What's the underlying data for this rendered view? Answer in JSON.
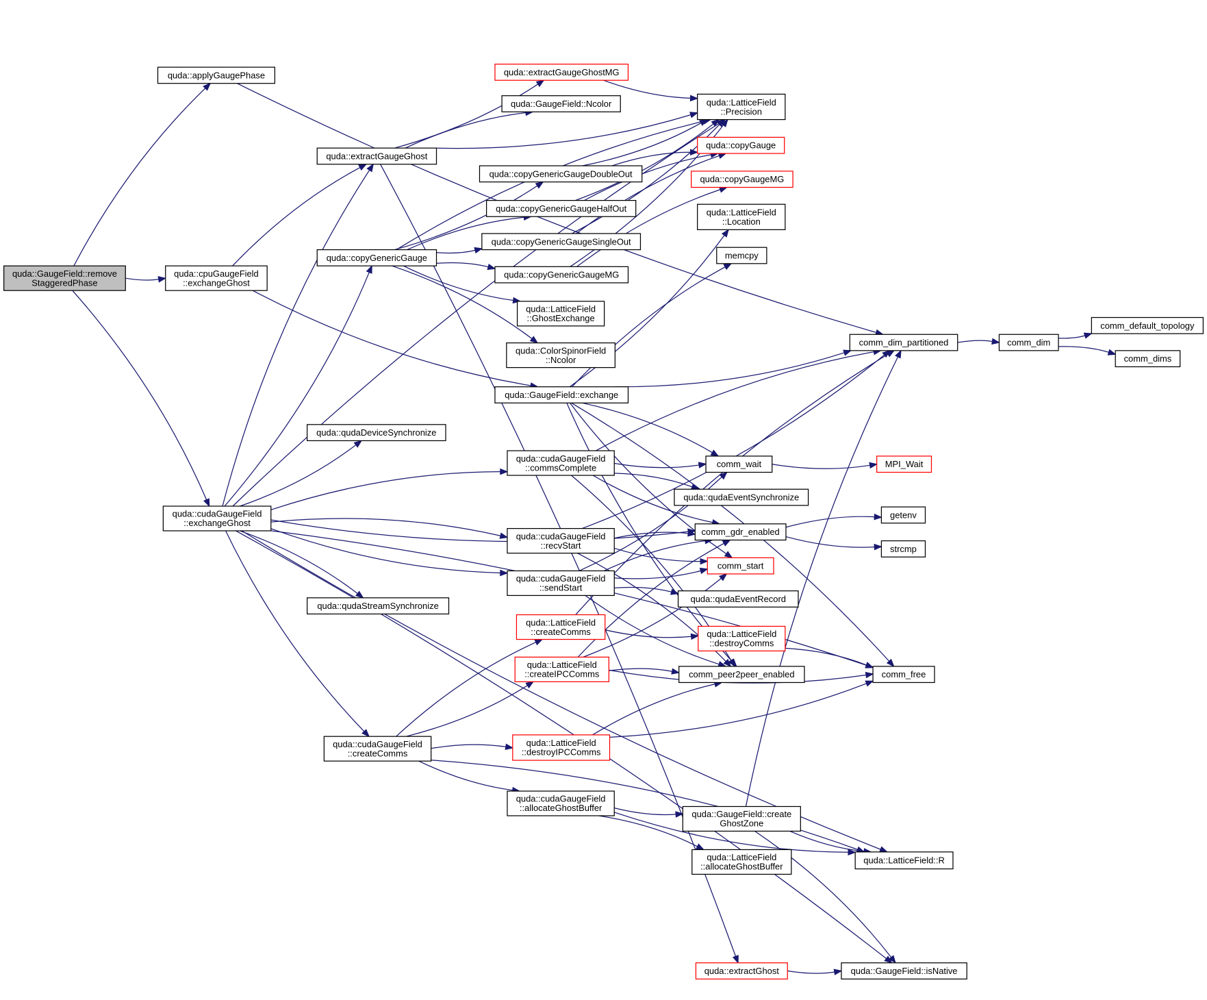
{
  "title": "Call graph of quda::GaugeField::removeStaggeredPhase",
  "colors": {
    "edge": "#191970",
    "root_fill": "#bfbfbf",
    "node_border": "#000000",
    "truncated_node_border": "#ff0000",
    "background": "#ffffff"
  },
  "nodes": [
    {
      "id": "root",
      "lines": [
        "quda::GaugeField::remove",
        "StaggeredPhase"
      ],
      "style": "root"
    },
    {
      "id": "applyGaugePhase",
      "lines": [
        "quda::applyGaugePhase"
      ],
      "style": "normal"
    },
    {
      "id": "cpuExchangeGhost",
      "lines": [
        "quda::cpuGaugeField",
        "::exchangeGhost"
      ],
      "style": "normal"
    },
    {
      "id": "cudaExchangeGhost",
      "lines": [
        "quda::cudaGaugeField",
        "::exchangeGhost"
      ],
      "style": "normal"
    },
    {
      "id": "extractGaugeGhost",
      "lines": [
        "quda::extractGaugeGhost"
      ],
      "style": "normal"
    },
    {
      "id": "copyGenericGauge",
      "lines": [
        "quda::copyGenericGauge"
      ],
      "style": "normal"
    },
    {
      "id": "qudaDeviceSynchronize",
      "lines": [
        "quda::qudaDeviceSynchronize"
      ],
      "style": "normal"
    },
    {
      "id": "qudaStreamSynchronize",
      "lines": [
        "quda::qudaStreamSynchronize"
      ],
      "style": "normal"
    },
    {
      "id": "cudaCreateComms",
      "lines": [
        "quda::cudaGaugeField",
        "::createComms"
      ],
      "style": "normal"
    },
    {
      "id": "extractGaugeGhostMG",
      "lines": [
        "quda::extractGaugeGhostMG"
      ],
      "style": "truncated"
    },
    {
      "id": "gfNcolor",
      "lines": [
        "quda::GaugeField::Ncolor"
      ],
      "style": "normal"
    },
    {
      "id": "cgDoubleOut",
      "lines": [
        "quda::copyGenericGaugeDoubleOut"
      ],
      "style": "normal"
    },
    {
      "id": "cgHalfOut",
      "lines": [
        "quda::copyGenericGaugeHalfOut"
      ],
      "style": "normal"
    },
    {
      "id": "cgSingleOut",
      "lines": [
        "quda::copyGenericGaugeSingleOut"
      ],
      "style": "normal"
    },
    {
      "id": "cgMG",
      "lines": [
        "quda::copyGenericGaugeMG"
      ],
      "style": "normal"
    },
    {
      "id": "ghostExchange",
      "lines": [
        "quda::LatticeField",
        "::GhostExchange"
      ],
      "style": "normal"
    },
    {
      "id": "csfNcolor",
      "lines": [
        "quda::ColorSpinorField",
        "::Ncolor"
      ],
      "style": "normal"
    },
    {
      "id": "gfExchange",
      "lines": [
        "quda::GaugeField::exchange"
      ],
      "style": "normal"
    },
    {
      "id": "commsComplete",
      "lines": [
        "quda::cudaGaugeField",
        "::commsComplete"
      ],
      "style": "normal"
    },
    {
      "id": "recvStart",
      "lines": [
        "quda::cudaGaugeField",
        "::recvStart"
      ],
      "style": "normal"
    },
    {
      "id": "sendStart",
      "lines": [
        "quda::cudaGaugeField",
        "::sendStart"
      ],
      "style": "normal"
    },
    {
      "id": "lfCreateComms",
      "lines": [
        "quda::LatticeField",
        "::createComms"
      ],
      "style": "truncated"
    },
    {
      "id": "createIPCComms",
      "lines": [
        "quda::LatticeField",
        "::createIPCComms"
      ],
      "style": "truncated"
    },
    {
      "id": "destroyIPCComms",
      "lines": [
        "quda::LatticeField",
        "::destroyIPCComms"
      ],
      "style": "truncated"
    },
    {
      "id": "cudaAllocGhost",
      "lines": [
        "quda::cudaGaugeField",
        "::allocateGhostBuffer"
      ],
      "style": "normal"
    },
    {
      "id": "precision",
      "lines": [
        "quda::LatticeField",
        "::Precision"
      ],
      "style": "normal"
    },
    {
      "id": "copyGauge",
      "lines": [
        "quda::copyGauge"
      ],
      "style": "truncated"
    },
    {
      "id": "copyGaugeMG",
      "lines": [
        "quda::copyGaugeMG"
      ],
      "style": "truncated"
    },
    {
      "id": "location",
      "lines": [
        "quda::LatticeField",
        "::Location"
      ],
      "style": "normal"
    },
    {
      "id": "memcpy",
      "lines": [
        "memcpy"
      ],
      "style": "normal"
    },
    {
      "id": "commWait",
      "lines": [
        "comm_wait"
      ],
      "style": "normal"
    },
    {
      "id": "qudaEventSynchronize",
      "lines": [
        "quda::qudaEventSynchronize"
      ],
      "style": "normal"
    },
    {
      "id": "commGdrEnabled",
      "lines": [
        "comm_gdr_enabled"
      ],
      "style": "normal"
    },
    {
      "id": "commStart",
      "lines": [
        "comm_start"
      ],
      "style": "truncated"
    },
    {
      "id": "qudaEventRecord",
      "lines": [
        "quda::qudaEventRecord"
      ],
      "style": "normal"
    },
    {
      "id": "destroyComms",
      "lines": [
        "quda::LatticeField",
        "::destroyComms"
      ],
      "style": "truncated"
    },
    {
      "id": "commP2P",
      "lines": [
        "comm_peer2peer_enabled"
      ],
      "style": "normal"
    },
    {
      "id": "createGhostZone",
      "lines": [
        "quda::GaugeField::create",
        "GhostZone"
      ],
      "style": "normal"
    },
    {
      "id": "lfAllocGhost",
      "lines": [
        "quda::LatticeField",
        "::allocateGhostBuffer"
      ],
      "style": "normal"
    },
    {
      "id": "extractGhost",
      "lines": [
        "quda::extractGhost"
      ],
      "style": "truncated"
    },
    {
      "id": "commDimPartitioned",
      "lines": [
        "comm_dim_partitioned"
      ],
      "style": "normal"
    },
    {
      "id": "mpiWait",
      "lines": [
        "MPI_Wait"
      ],
      "style": "truncated"
    },
    {
      "id": "getenv",
      "lines": [
        "getenv"
      ],
      "style": "normal"
    },
    {
      "id": "strcmp",
      "lines": [
        "strcmp"
      ],
      "style": "normal"
    },
    {
      "id": "commFree",
      "lines": [
        "comm_free"
      ],
      "style": "normal"
    },
    {
      "id": "lfR",
      "lines": [
        "quda::LatticeField::R"
      ],
      "style": "normal"
    },
    {
      "id": "isNative",
      "lines": [
        "quda::GaugeField::isNative"
      ],
      "style": "normal"
    },
    {
      "id": "commDim",
      "lines": [
        "comm_dim"
      ],
      "style": "normal"
    },
    {
      "id": "commDefaultTopology",
      "lines": [
        "comm_default_topology"
      ],
      "style": "normal"
    },
    {
      "id": "commDims",
      "lines": [
        "comm_dims"
      ],
      "style": "normal"
    }
  ],
  "edges": [
    [
      "root",
      "applyGaugePhase"
    ],
    [
      "root",
      "cpuExchangeGhost"
    ],
    [
      "root",
      "cudaExchangeGhost"
    ],
    [
      "applyGaugePhase",
      "commDimPartitioned"
    ],
    [
      "cpuExchangeGhost",
      "extractGaugeGhost"
    ],
    [
      "cpuExchangeGhost",
      "gfExchange"
    ],
    [
      "cudaExchangeGhost",
      "extractGaugeGhost"
    ],
    [
      "cudaExchangeGhost",
      "copyGenericGauge"
    ],
    [
      "cudaExchangeGhost",
      "precision"
    ],
    [
      "cudaExchangeGhost",
      "qudaDeviceSynchronize"
    ],
    [
      "cudaExchangeGhost",
      "commsComplete"
    ],
    [
      "cudaExchangeGhost",
      "commGdrEnabled"
    ],
    [
      "cudaExchangeGhost",
      "recvStart"
    ],
    [
      "cudaExchangeGhost",
      "sendStart"
    ],
    [
      "cudaExchangeGhost",
      "qudaStreamSynchronize"
    ],
    [
      "cudaExchangeGhost",
      "cudaCreateComms"
    ],
    [
      "cudaExchangeGhost",
      "commFree"
    ],
    [
      "cudaExchangeGhost",
      "lfR"
    ],
    [
      "cudaExchangeGhost",
      "isNative"
    ],
    [
      "extractGaugeGhost",
      "extractGaugeGhostMG"
    ],
    [
      "extractGaugeGhost",
      "gfNcolor"
    ],
    [
      "extractGaugeGhost",
      "precision"
    ],
    [
      "extractGaugeGhost",
      "extractGhost"
    ],
    [
      "extractGaugeGhostMG",
      "precision"
    ],
    [
      "copyGenericGauge",
      "precision"
    ],
    [
      "copyGenericGauge",
      "cgDoubleOut"
    ],
    [
      "copyGenericGauge",
      "cgHalfOut"
    ],
    [
      "copyGenericGauge",
      "cgSingleOut"
    ],
    [
      "copyGenericGauge",
      "cgMG"
    ],
    [
      "copyGenericGauge",
      "ghostExchange"
    ],
    [
      "copyGenericGauge",
      "csfNcolor"
    ],
    [
      "cgDoubleOut",
      "precision"
    ],
    [
      "cgDoubleOut",
      "copyGauge"
    ],
    [
      "cgHalfOut",
      "precision"
    ],
    [
      "cgHalfOut",
      "copyGauge"
    ],
    [
      "cgSingleOut",
      "precision"
    ],
    [
      "cgSingleOut",
      "copyGauge"
    ],
    [
      "cgMG",
      "precision"
    ],
    [
      "cgMG",
      "copyGaugeMG"
    ],
    [
      "gfExchange",
      "location"
    ],
    [
      "gfExchange",
      "memcpy"
    ],
    [
      "gfExchange",
      "commDimPartitioned"
    ],
    [
      "gfExchange",
      "commWait"
    ],
    [
      "gfExchange",
      "commStart"
    ],
    [
      "gfExchange",
      "commFree"
    ],
    [
      "gfExchange",
      "commP2P"
    ],
    [
      "commsComplete",
      "commDimPartitioned"
    ],
    [
      "commsComplete",
      "commWait"
    ],
    [
      "commsComplete",
      "qudaEventSynchronize"
    ],
    [
      "commsComplete",
      "commGdrEnabled"
    ],
    [
      "commsComplete",
      "commP2P"
    ],
    [
      "recvStart",
      "commDimPartitioned"
    ],
    [
      "recvStart",
      "commGdrEnabled"
    ],
    [
      "recvStart",
      "commStart"
    ],
    [
      "recvStart",
      "commP2P"
    ],
    [
      "sendStart",
      "commWait"
    ],
    [
      "sendStart",
      "commGdrEnabled"
    ],
    [
      "sendStart",
      "commStart"
    ],
    [
      "sendStart",
      "qudaEventRecord"
    ],
    [
      "sendStart",
      "commP2P"
    ],
    [
      "lfCreateComms",
      "commDimPartitioned"
    ],
    [
      "lfCreateComms",
      "destroyComms"
    ],
    [
      "createIPCComms",
      "commGdrEnabled"
    ],
    [
      "createIPCComms",
      "commStart"
    ],
    [
      "createIPCComms",
      "commP2P"
    ],
    [
      "createIPCComms",
      "commFree"
    ],
    [
      "destroyIPCComms",
      "commP2P"
    ],
    [
      "destroyIPCComms",
      "commFree"
    ],
    [
      "destroyComms",
      "commFree"
    ],
    [
      "commWait",
      "mpiWait"
    ],
    [
      "commGdrEnabled",
      "getenv"
    ],
    [
      "commGdrEnabled",
      "strcmp"
    ],
    [
      "cudaCreateComms",
      "lfCreateComms"
    ],
    [
      "cudaCreateComms",
      "createIPCComms"
    ],
    [
      "cudaCreateComms",
      "destroyIPCComms"
    ],
    [
      "cudaCreateComms",
      "cudaAllocGhost"
    ],
    [
      "cudaCreateComms",
      "lfR"
    ],
    [
      "cudaAllocGhost",
      "createGhostZone"
    ],
    [
      "cudaAllocGhost",
      "lfAllocGhost"
    ],
    [
      "cudaAllocGhost",
      "lfR"
    ],
    [
      "createGhostZone",
      "commDimPartitioned"
    ],
    [
      "createGhostZone",
      "lfR"
    ],
    [
      "createGhostZone",
      "isNative"
    ],
    [
      "extractGhost",
      "isNative"
    ],
    [
      "commDimPartitioned",
      "commDim"
    ],
    [
      "commDim",
      "commDefaultTopology"
    ],
    [
      "commDim",
      "commDims"
    ]
  ]
}
